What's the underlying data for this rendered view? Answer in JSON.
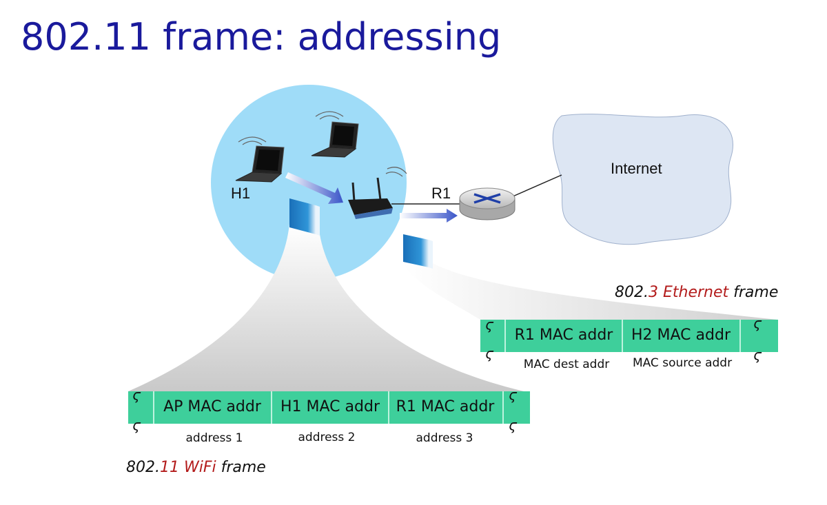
{
  "title": "802.11 frame: addressing",
  "nodes": {
    "host": "H1",
    "router": "R1",
    "cloud": "Internet"
  },
  "wifi_frame": {
    "caption_prefix": "802.",
    "caption_accent": "11 WiFi",
    "caption_suffix": "frame",
    "fields": [
      {
        "label": "AP MAC addr",
        "sub": "address 1"
      },
      {
        "label": "H1 MAC addr",
        "sub": "address 2"
      },
      {
        "label": "R1 MAC addr",
        "sub": "address 3"
      }
    ]
  },
  "ethernet_frame": {
    "caption_prefix": "802.",
    "caption_accent": "3 Ethernet",
    "caption_suffix": "frame",
    "fields": [
      {
        "label": "R1 MAC addr",
        "sub": "MAC dest addr"
      },
      {
        "label": "H2 MAC addr",
        "sub": "MAC source addr"
      }
    ]
  },
  "break_mark": "ϛ",
  "colors": {
    "title": "#1a1a9c",
    "coverage": "#9fdcf8",
    "frame_fill": "#3ecf9b",
    "packet": "#1e7ec8",
    "accent_text": "#b31b1b",
    "cloud": "#dde6f3"
  }
}
